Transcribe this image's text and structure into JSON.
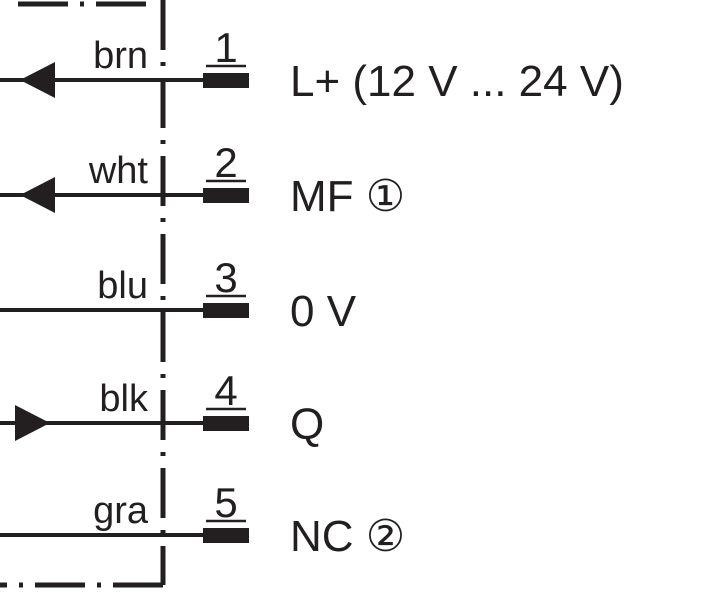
{
  "diagram": {
    "pins": [
      {
        "number": "1",
        "wire_color": "brn",
        "signal": "L+ (12 V ... 24 V)",
        "arrow": "out"
      },
      {
        "number": "2",
        "wire_color": "wht",
        "signal": "MF ①",
        "arrow": "out"
      },
      {
        "number": "3",
        "wire_color": "blu",
        "signal": "0 V",
        "arrow": "none"
      },
      {
        "number": "4",
        "wire_color": "blk",
        "signal": "Q",
        "arrow": "in"
      },
      {
        "number": "5",
        "wire_color": "gra",
        "signal": "NC ②",
        "arrow": "none"
      }
    ],
    "line_color": "#231f20"
  }
}
